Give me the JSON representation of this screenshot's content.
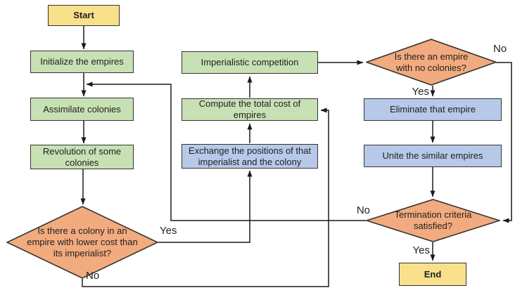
{
  "nodes": {
    "start": {
      "label": "Start"
    },
    "initialize": {
      "label": "Initialize the empires"
    },
    "assimilate": {
      "label": "Assimilate colonies"
    },
    "revolution": {
      "label": "Revolution of some colonies"
    },
    "colony_check": {
      "label": "Is there a colony in an empire with lower cost than its imperialist?"
    },
    "competition": {
      "label": "Imperialistic competition"
    },
    "compute": {
      "label": "Compute the total cost of empires"
    },
    "exchange": {
      "label": "Exchange the positions of that imperialist and the colony"
    },
    "empire_check": {
      "label": "Is there an empire with no colonies?"
    },
    "eliminate": {
      "label": "Eliminate that empire"
    },
    "unite": {
      "label": "Unite the similar empires"
    },
    "termination": {
      "label": "Termination criteria satisfied?"
    },
    "end": {
      "label": "End"
    }
  },
  "edge_labels": {
    "colony_yes": "Yes",
    "colony_no": "No",
    "empire_yes": "Yes",
    "empire_no": "No",
    "termination_yes": "Yes",
    "termination_no": "No"
  },
  "colors": {
    "yellow_fill": "#f9e18c",
    "green_fill": "#c7e1b5",
    "blue_fill": "#b7c9e8",
    "orange_fill": "#f2ab7e",
    "border": "#333333",
    "connector": "#1a1a1a",
    "text": "#1f1f1f",
    "background": "#ffffff"
  }
}
